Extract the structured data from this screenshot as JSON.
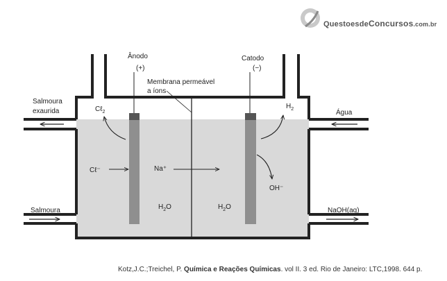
{
  "watermark": {
    "brand_prefix": "Questoesde",
    "brand_caps": "Concursos",
    "brand_suffix": ".com.br"
  },
  "labels": {
    "anode": "Ânodo",
    "anode_sign": "(+)",
    "cathode": "Catodo",
    "cathode_sign": "(−)",
    "membrane_line1": "Membrana permeável",
    "membrane_line2": "a íons",
    "spent_brine_line1": "Salmoura",
    "spent_brine_line2": "exaurida",
    "water": "Água",
    "brine": "Salmoura",
    "naoh": "NaOH(aq)",
    "chlorine_base": "Cℓ",
    "chlorine_sub": "2",
    "hydrogen_base": "H",
    "hydrogen_sub": "2",
    "chloride_ion": "Cℓ⁻",
    "sodium_ion": "Na⁺",
    "hydroxide_ion": "OH⁻",
    "water_base": "H",
    "water_sub": "2",
    "water_tail": "O"
  },
  "citation": {
    "authors": "Kotz,J.C.;Treichel, P.",
    "title": "Química e Reações Químicas",
    "rest": ". vol II. 3 ed. Rio de Janeiro: LTC,1998. 644 p."
  }
}
